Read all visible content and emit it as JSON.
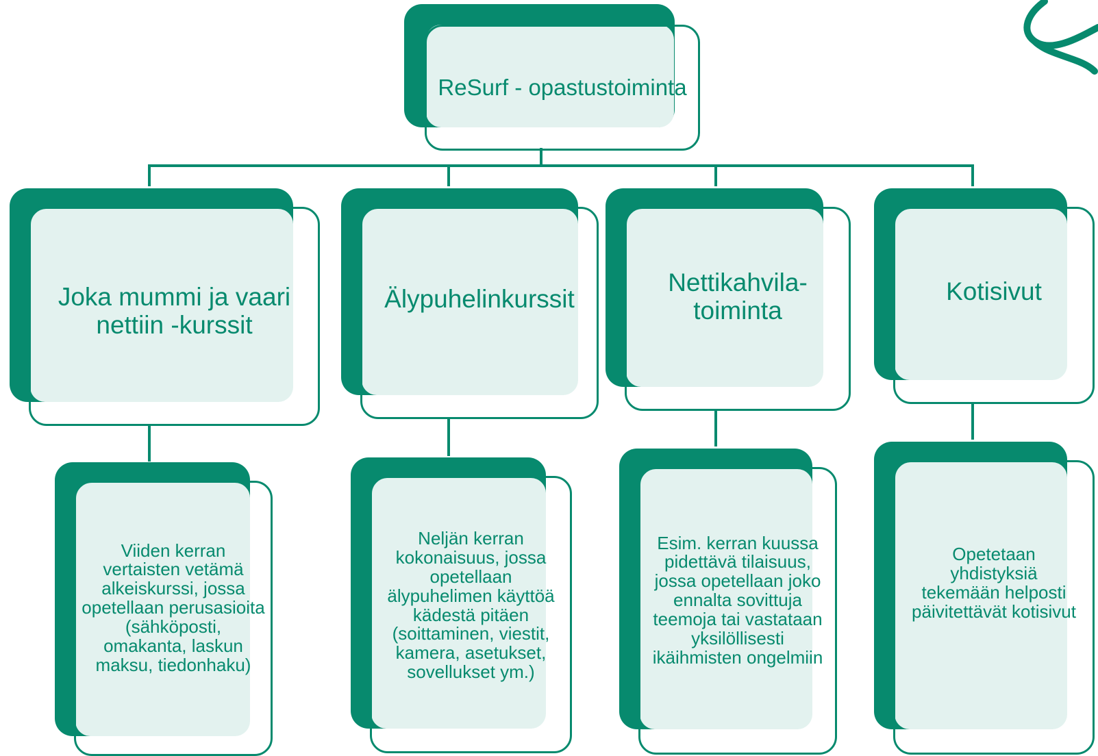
{
  "colors": {
    "accent": "#078a6e",
    "panel_fill": "#e3f2ef"
  },
  "root": {
    "label": "ReSurf - opastustoiminta"
  },
  "categories": [
    {
      "label": "Joka mummi ja vaari nettiin -kurssit",
      "description": "Viiden kerran vertaisten vetämä alkeiskurssi, jossa opetellaan perusasioita (sähköposti, omakanta, laskun maksu, tiedonhaku)"
    },
    {
      "label": "Älypuhelinkurssit",
      "description": "Neljän kerran kokonaisuus, jossa opetellaan älypuhelimen käyttöä kädestä pitäen (soittaminen, viestit, kamera, asetukset, sovellukset ym.)"
    },
    {
      "label": "Nettikahvila-toiminta",
      "description": "Esim. kerran kuussa pidettävä tilaisuus, jossa opetellaan joko ennalta sovittuja teemoja tai vastataan yksilöllisesti ikäihmisten ongelmiin"
    },
    {
      "label": "Kotisivut",
      "description": "Opetetaan yhdistyksiä tekemään helposti päivitettävät kotisivut"
    }
  ],
  "decoration": {
    "corner_swirl": "swirl-icon"
  }
}
